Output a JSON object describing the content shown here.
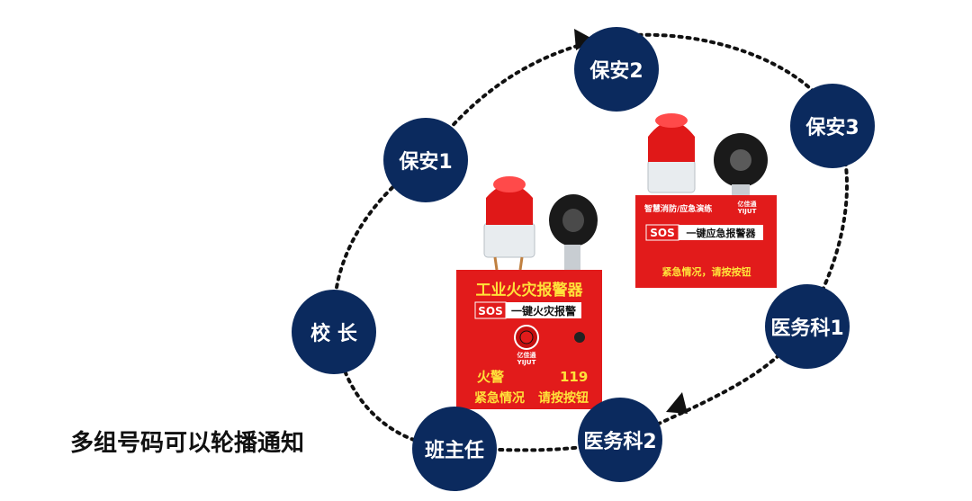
{
  "nodes": [
    {
      "label": "保安2"
    },
    {
      "label": "保安3"
    },
    {
      "label": "保安1"
    },
    {
      "label": "校 长"
    },
    {
      "label": "医务科1"
    },
    {
      "label": "医务科2"
    },
    {
      "label": "班主任"
    }
  ],
  "caption": "多组号码可以轮播通知",
  "device_left": {
    "title": "工业火灾报警器",
    "sos": "SOS",
    "sos_text": "一键火灾报警",
    "brand": "亿佳通",
    "brand_en": "YIJUT",
    "fire_label": "火警",
    "fire_number": "119",
    "emergency": "紧急情况",
    "press": "请按按钮"
  },
  "device_right": {
    "top_text": "智慧消防/应急演练",
    "brand": "亿佳通",
    "brand_en": "YIJUT",
    "sos": "SOS",
    "sos_text": "一键应急报警器",
    "bottom_text": "紧急情况，请按按钮"
  },
  "colors": {
    "node": "#0b2a5e",
    "device_red": "#e21b1b",
    "yellow_text": "#ffe23a",
    "dots": "#111111"
  }
}
